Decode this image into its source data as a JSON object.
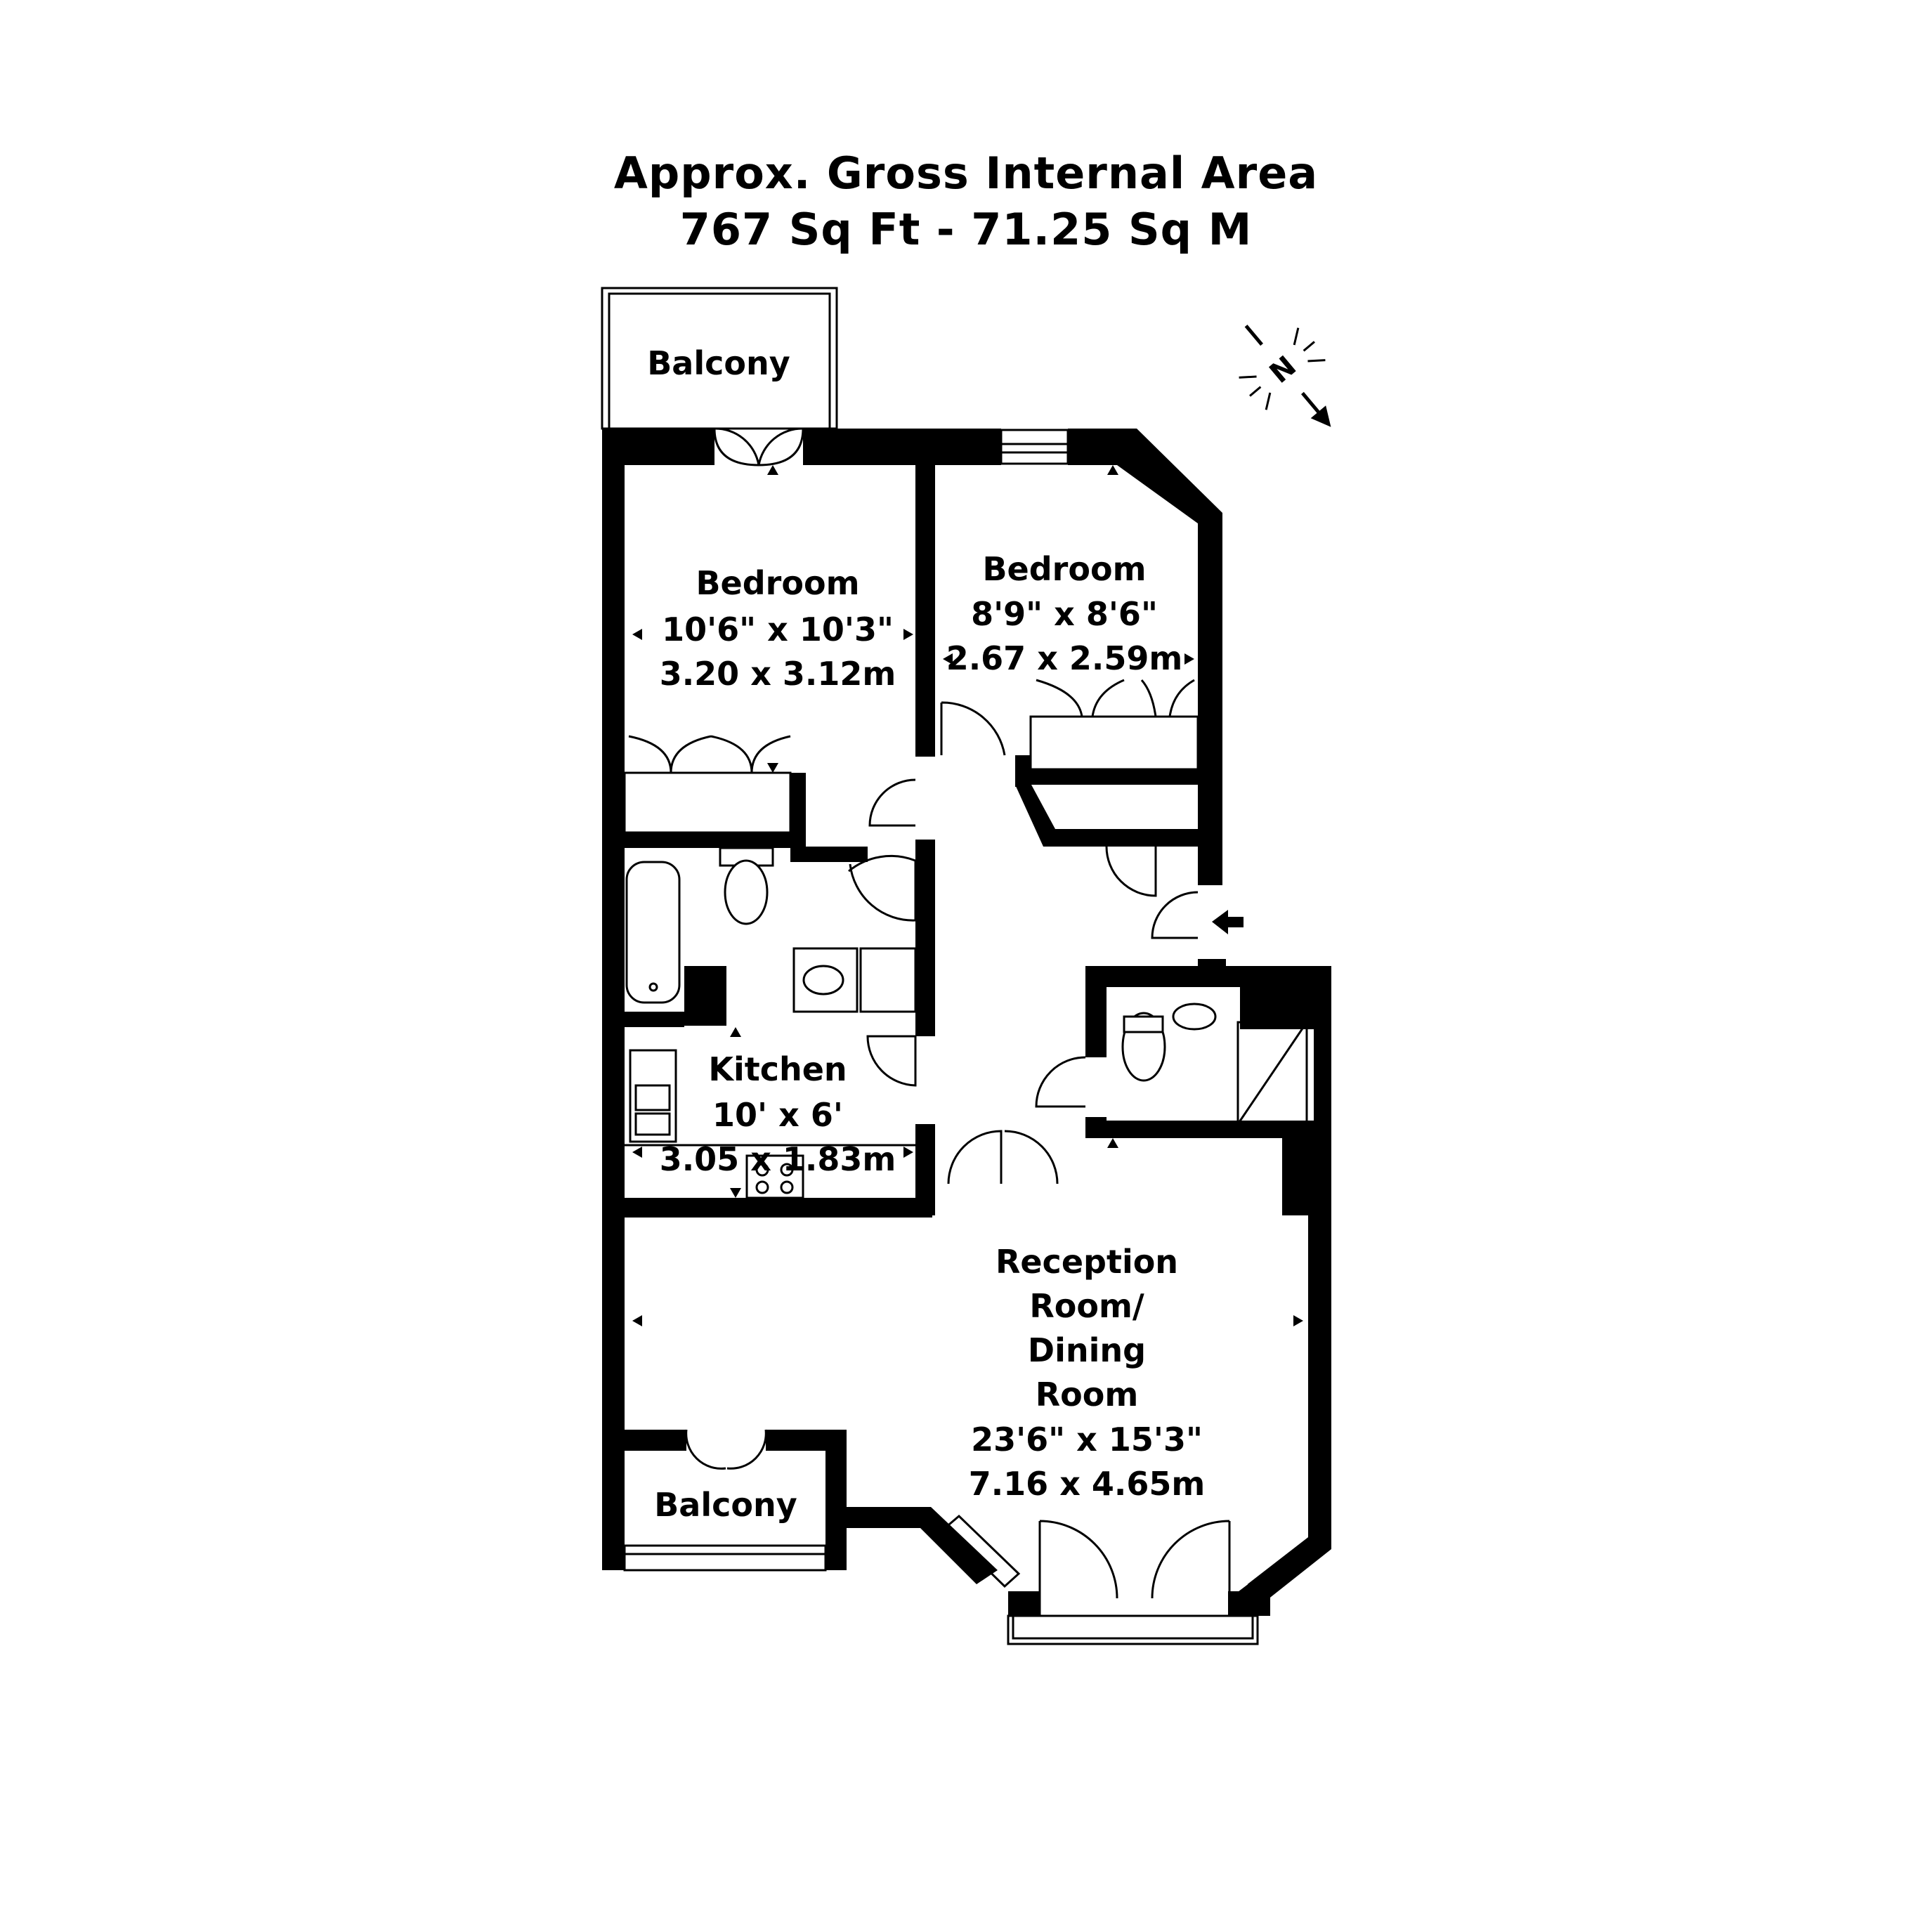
{
  "header": {
    "line1": "Approx. Gross Internal Area",
    "line2": "767 Sq Ft  -  71.25 Sq M"
  },
  "rooms": {
    "balcony_top": "Balcony",
    "bedroom1": {
      "name": "Bedroom",
      "imperial": "10'6\" x 10'3\"",
      "metric": "3.20 x 3.12m"
    },
    "bedroom2": {
      "name": "Bedroom",
      "imperial": "8'9\" x 8'6\"",
      "metric": "2.67 x 2.59m"
    },
    "kitchen": {
      "name": "Kitchen",
      "imperial": "10' x 6'",
      "metric": "3.05 x 1.83m"
    },
    "reception": {
      "name_lines": [
        "Reception",
        "Room/",
        "Dining",
        "Room"
      ],
      "imperial": "23'6\" x 15'3\"",
      "metric": "7.16 x 4.65m"
    },
    "balcony_bottom": "Balcony"
  },
  "compass": {
    "letter": "N",
    "icon": "north-arrow-icon"
  },
  "colors": {
    "wall": "#000000",
    "background": "#ffffff"
  }
}
